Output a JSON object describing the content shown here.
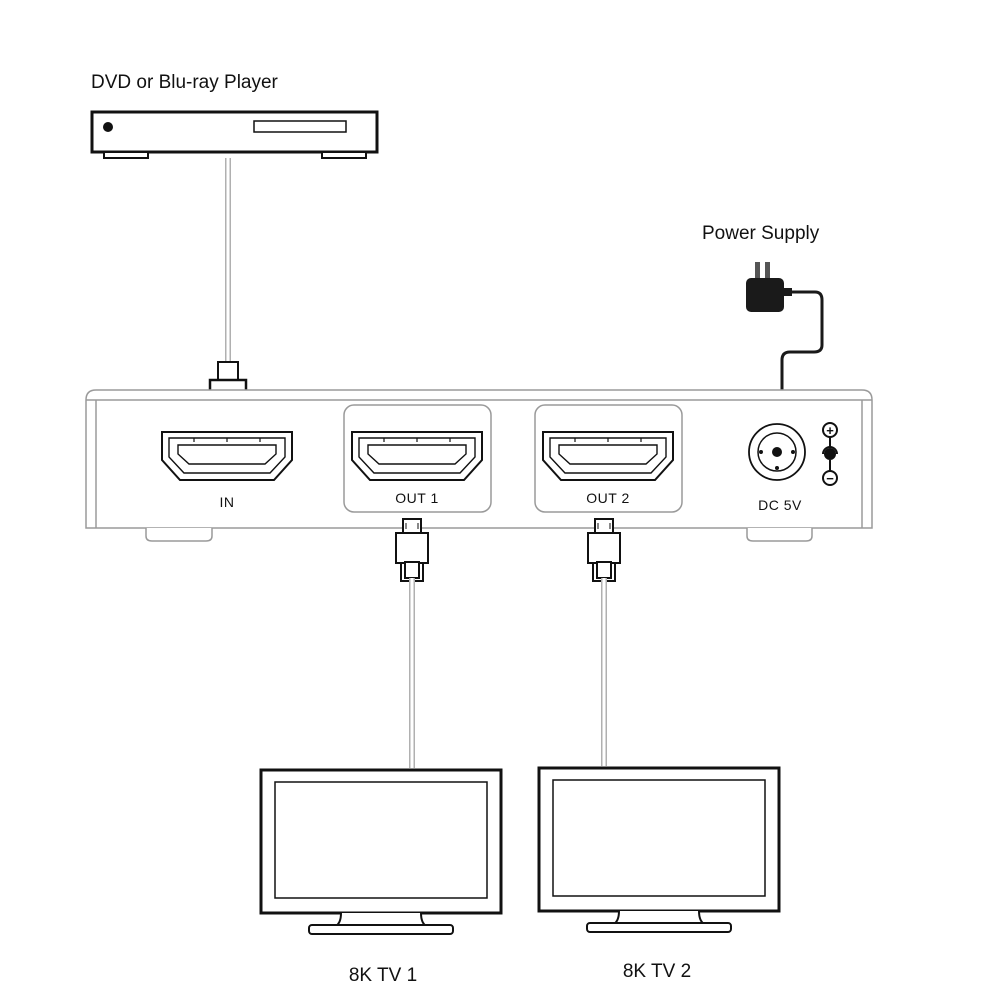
{
  "devices": {
    "source_label": "DVD or Blu-ray Player",
    "power_label": "Power Supply",
    "tv1_label": "8K TV 1",
    "tv2_label": "8K TV 2"
  },
  "splitter": {
    "port_in": "IN",
    "port_out1": "OUT 1",
    "port_out2": "OUT 2",
    "port_dc": "DC 5V",
    "polarity_plus": "+",
    "polarity_minus": "−"
  },
  "colors": {
    "outline": "#111111",
    "body_line": "#9a9a9a",
    "cable": "#b0b0b0",
    "adapter": "#1a1a1a",
    "background": "#ffffff"
  }
}
